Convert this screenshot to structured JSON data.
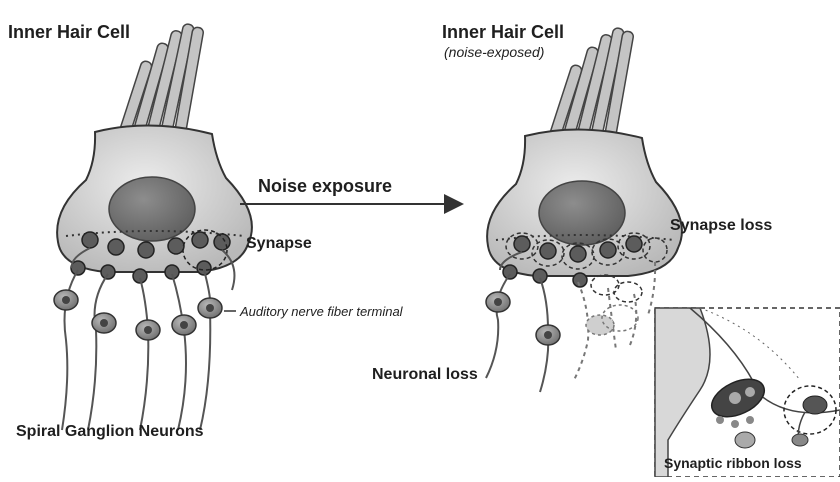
{
  "left_panel": {
    "title": "Inner Hair Cell",
    "synapse_label": "Synapse",
    "terminal_label": "Auditory nerve fiber terminal",
    "neurons_label": "Spiral Ganglion Neurons"
  },
  "arrow": {
    "label": "Noise exposure"
  },
  "right_panel": {
    "title": "Inner Hair Cell",
    "subtitle": "(noise-exposed)",
    "synapse_loss_label": "Synapse loss",
    "neuronal_loss_label": "Neuronal loss"
  },
  "inset": {
    "label": "Synaptic ribbon loss"
  },
  "colors": {
    "cell_fill": "#d6d6d6",
    "nucleus": "#7a7a7a",
    "synapse_dark": "#555555",
    "line": "#3a3a3a"
  }
}
